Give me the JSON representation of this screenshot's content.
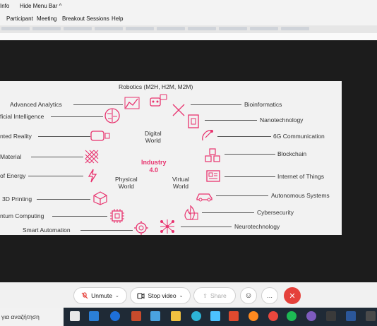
{
  "menubar": {
    "items_row1": [
      "Info",
      "Hide Menu Bar ^"
    ],
    "items_row2": [
      "Participant",
      "Meeting",
      "Breakout Sessions",
      "Help"
    ]
  },
  "slide": {
    "top_label": "Robotics (M2H, H2M, M2M)",
    "center": {
      "digital": "Digital\nWorld",
      "physical": "Physical\nWorld",
      "virtual": "Virtual\nWorld",
      "industry": "Industry\n4.0"
    },
    "left_labels": [
      "Advanced Analytics",
      "ficial Intelligence",
      "nted Reality",
      "Material",
      "of Energy",
      "3D Printing",
      "ntum Computing",
      "Smart Automation"
    ],
    "right_labels": [
      "Bioinformatics",
      "Nanotechnology",
      "6G Communication",
      "Blockchain",
      "Internet of Things",
      "Autonomous Systems",
      "Cybersecurity",
      "Neurotechnology"
    ]
  },
  "controls": {
    "unmute": "Unmute",
    "stop_video": "Stop video",
    "share": "Share",
    "more": "…"
  },
  "taskbar": {
    "search_text": "για αναζήτηση"
  },
  "colors": {
    "accent": "#e8326e",
    "end": "#e5413b"
  }
}
